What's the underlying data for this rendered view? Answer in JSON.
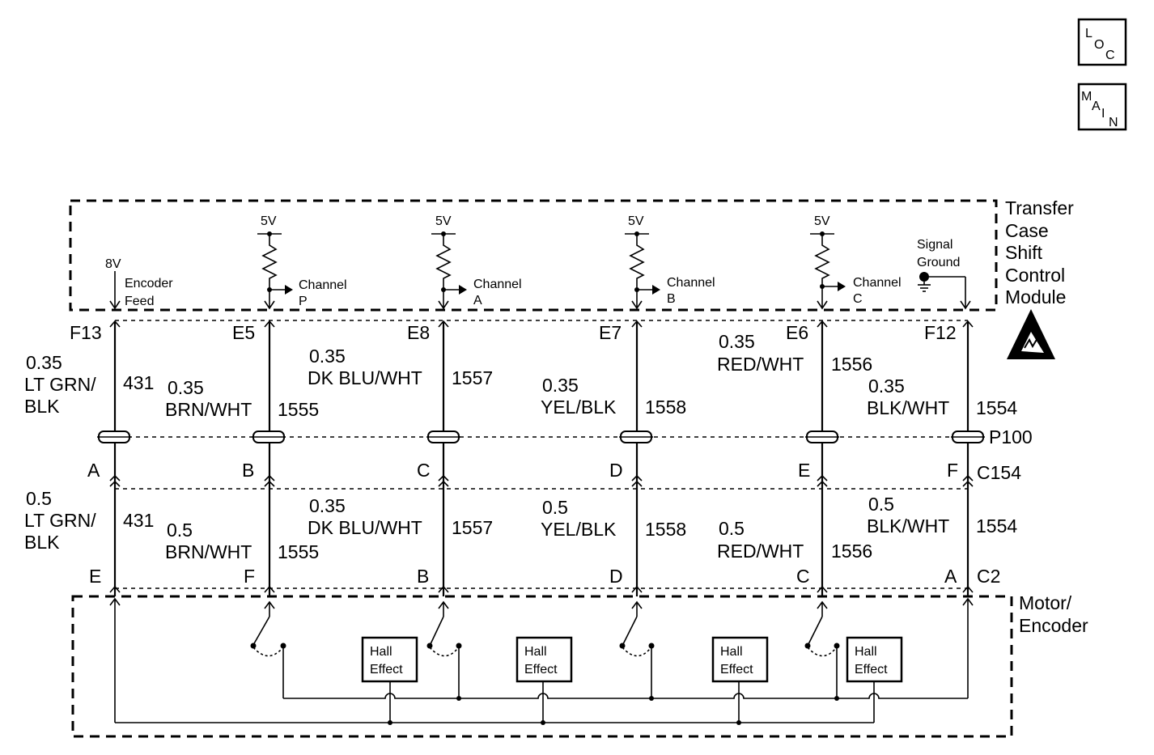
{
  "nav": {
    "loc": [
      "L",
      "O",
      "C"
    ],
    "main": [
      "M",
      "A",
      "I",
      "N"
    ]
  },
  "module": {
    "name_lines": [
      "Transfer",
      "Case",
      "Shift",
      "Control",
      "Module"
    ],
    "feed_voltage": "8V",
    "feed_label_lines": [
      "Encoder",
      "Feed"
    ],
    "supply_voltage": "5V",
    "channel_label": "Channel",
    "channels": [
      "P",
      "A",
      "B",
      "C"
    ],
    "signal_ground_lines": [
      "Signal",
      "Ground"
    ]
  },
  "upper_pins": [
    "F13",
    "E5",
    "E8",
    "E7",
    "E6",
    "F12"
  ],
  "upper_wires": [
    {
      "gauge": "0.35",
      "color_lines": [
        "LT GRN/",
        "BLK"
      ],
      "circuit": "431"
    },
    {
      "gauge": "0.35",
      "color_lines": [
        "BRN/WHT"
      ],
      "circuit": "1555"
    },
    {
      "gauge": "0.35",
      "color_lines": [
        "DK BLU/WHT"
      ],
      "circuit": "1557"
    },
    {
      "gauge": "0.35",
      "color_lines": [
        "YEL/BLK"
      ],
      "circuit": "1558"
    },
    {
      "gauge": "0.35",
      "color_lines": [
        "RED/WHT"
      ],
      "circuit": "1556"
    },
    {
      "gauge": "0.35",
      "color_lines": [
        "BLK/WHT"
      ],
      "circuit": "1554"
    }
  ],
  "passthrough": "P100",
  "c154_pins": [
    "A",
    "B",
    "C",
    "D",
    "E",
    "F"
  ],
  "c154_label": "C154",
  "lower_wires": [
    {
      "gauge": "0.5",
      "color_lines": [
        "LT GRN/",
        "BLK"
      ],
      "circuit": "431"
    },
    {
      "gauge": "0.5",
      "color_lines": [
        "BRN/WHT"
      ],
      "circuit": "1555"
    },
    {
      "gauge": "0.35",
      "color_lines": [
        "DK BLU/WHT"
      ],
      "circuit": "1557"
    },
    {
      "gauge": "0.5",
      "color_lines": [
        "YEL/BLK"
      ],
      "circuit": "1558"
    },
    {
      "gauge": "0.5",
      "color_lines": [
        "RED/WHT"
      ],
      "circuit": "1556"
    },
    {
      "gauge": "0.5",
      "color_lines": [
        "BLK/WHT"
      ],
      "circuit": "1554"
    }
  ],
  "c2_pins": [
    "E",
    "F",
    "B",
    "D",
    "C",
    "A"
  ],
  "c2_label": "C2",
  "motor": {
    "name_lines": [
      "Motor/",
      "Encoder"
    ],
    "hall_lines": [
      "Hall",
      "Effect"
    ]
  }
}
